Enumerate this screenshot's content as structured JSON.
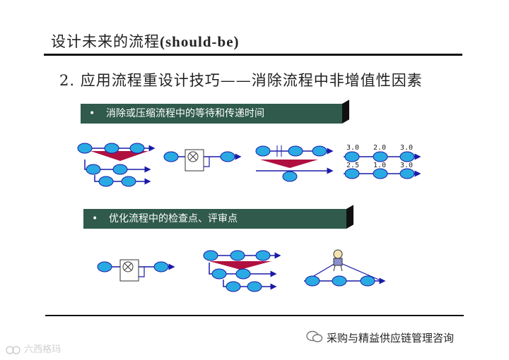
{
  "title": {
    "cn": "设计未来的流程",
    "en": "(should-be)"
  },
  "subtitle": "2. 应用流程重设计技巧——消除流程中非增值性因素",
  "band1": {
    "bullet": "•",
    "text": "消除或压缩流程中的等待和传递时间"
  },
  "band2": {
    "bullet": "•",
    "text": "优化流程中的检查点、评审点"
  },
  "numbers": {
    "row1": [
      "3.0",
      "2.0",
      "3.0"
    ],
    "row2": [
      "2.5",
      "1.0",
      "3.0"
    ]
  },
  "footer": {
    "brand": "采购与精益供应链管理咨询"
  },
  "watermark": "六西格玛",
  "colors": {
    "node": "#2aaae2",
    "arrow": "#1a1aa8",
    "band": "#2f5a4c",
    "wedge": "#b01040"
  }
}
